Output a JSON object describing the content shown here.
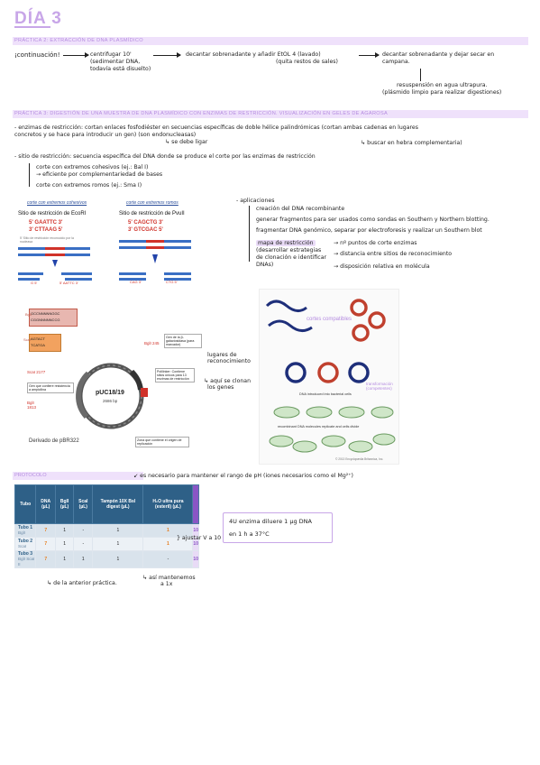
{
  "title": "DÍA 3",
  "section1": {
    "heading": "PRÁCTICA 2: EXTRACCIÓN DE DNA PLASMÍDICO",
    "start": "¡continuación!",
    "step1_line1": "centrifugar 10'",
    "step1_line2": "(sedimentar DNA,",
    "step1_line3": "todavía está disuelto)",
    "step2_line1": "decantar sobrenadante y añadir EtOL 4 (lavado)",
    "step2_line2": "(quita restos de sales)",
    "step3_line1": "decantar sobrenadante y dejar secar en",
    "step3_line2": "campana.",
    "step4_line1": "resuspensión en agua ultrapura.",
    "step4_line2": "(plásmido limpio para realizar digestiones)"
  },
  "section2": {
    "heading": "PRÁCTICA 3: DIGESTIÓN DE UNA MUESTRA DE DNA PLASMÍDICO CON ENZIMAS DE RESTRICCIÓN. VISUALIZACIÓN EN GELES DE AGAROSA",
    "enzymes_line1": "- enzimas de restricción: cortan enlaces fosfodiéster en secuencias específicas de doble hélice palindrómicas (cortan ambas cadenas en lugares",
    "enzymes_line2": "concretos y se hace para introducir un gen) (son endonucleasas)",
    "note_ligar": "se debe ligar",
    "note_hebra": "buscar en hebra complementaria)",
    "site_def": "- sitio de restricción: secuencia específica del DNA donde se produce el corte por las enzimas de restricción",
    "cut1": "corte con extremos cohesivos (ej.: Bal I)",
    "cut1b": "→ eficiente por complementariedad de bases",
    "cut2": "corte con extremos romos (ej.: Sma I)"
  },
  "fig1": {
    "left_title": "corte con extremos cohesivos",
    "left_site": "Sitio de restricción de EcoRI",
    "left_seq1": "5' GAATTC 3'",
    "left_seq2": "3' CTTAAG 5'",
    "left_note": "5' Sitio de restricción reconocido por la nucleasa",
    "right_title": "corte con extremos romos",
    "right_site": "Sitio de restricción de PvuII",
    "right_seq1": "5' CAGCTG 3'",
    "right_seq2": "3' GTCGAC 5'",
    "cut_left_a": "5' AATTC 3'",
    "cut_left_b": "G 5'",
    "cut_right_a": "CAG 3'",
    "cut_right_b": "CTG 5'"
  },
  "applications": {
    "heading": "aplicaciones",
    "a1": "creación del DNA recombinante",
    "a2": "generar fragmentos para ser usados como sondas en Southern y Northern blotting.",
    "a3": "fragmentar DNA genómico, separar por electroforesis y realizar un Southern blot",
    "a4": "mapa de restricción",
    "a4b": "(desarrollar estrategias",
    "a4c": "de clonación e identificar",
    "a4d": "DNAs)",
    "m1": "nº puntos de corte enzimas",
    "m2": "distancia entre sitios de reconocimiento",
    "m3": "disposición relativa en molécula"
  },
  "plasmid": {
    "name": "pUC18/19",
    "size": "2686 bp",
    "derived": "Derivado de pBR322",
    "box1": "GCCNNNNNGGC CGGNNNNNCCG",
    "box2": "AGTACT TCATGA",
    "bgll_1": "BglI",
    "scai": "ScaI",
    "scai_pos": "ScaI 2177",
    "bgli_pos": "BglI 245",
    "bgli_pos2": "BglI 1813",
    "gene_amp": "Gen que confiere resistencia a ampicilina",
    "gene_lacz": "Gen de la β-galactosidasa (para marcador)",
    "polylinker": "Polilinker: Contiene sitios únicos para 13 enzimas de restricción",
    "ori": "Zona que contiene el origen de replicación",
    "note_sites_1": "lugares de",
    "note_sites_2": "reconocimiento",
    "note_genes_1": "aquí se clonan",
    "note_genes_2": "los genes"
  },
  "recomb": {
    "label1": "cortes compatibles",
    "label2": "DNA introduced into bacterial cells",
    "label3": "transformación (competentes)",
    "label4": "recombinant DNA molecules replicate and cells divide",
    "copyright": "© 2013 Encyclopædia Britannica, Inc."
  },
  "protocol": {
    "heading": "PROTOCOLO",
    "note_buffer": "es necesario para mantener el rango de pH (iones necesarios como el Mg²⁺)",
    "headers": [
      "Tubo",
      "DNA (µL)",
      "BglI (µL)",
      "ScaI (µL)",
      "Tampón 10X Bsl digest (µL)",
      "H₂O ultra pura (esteril) (µL)",
      ""
    ],
    "rows": [
      {
        "tube": "Tubo 1",
        "sub": "BglI",
        "dna": "7",
        "bgl": "1",
        "sca": "-",
        "buf": "1",
        "h2o": "1",
        "tot": "10"
      },
      {
        "tube": "Tubo 2",
        "sub": "ScaI",
        "dna": "7",
        "bgl": "1",
        "sca": "-",
        "buf": "1",
        "h2o": "1",
        "tot": "10"
      },
      {
        "tube": "Tubo 3",
        "sub": "BglI ScaI II",
        "dna": "7",
        "bgl": "1",
        "sca": "1",
        "buf": "1",
        "h2o": "-",
        "tot": "10"
      }
    ],
    "note_ajustar": "ajustar V a 10",
    "note_anterior": "de la anterior práctica.",
    "note_1x_1": "así mantenemos",
    "note_1x_2": "a 1x",
    "box_line1": "4U enzima  diluere 1 µg DNA",
    "box_line2": "en 1 h a 37°C"
  }
}
